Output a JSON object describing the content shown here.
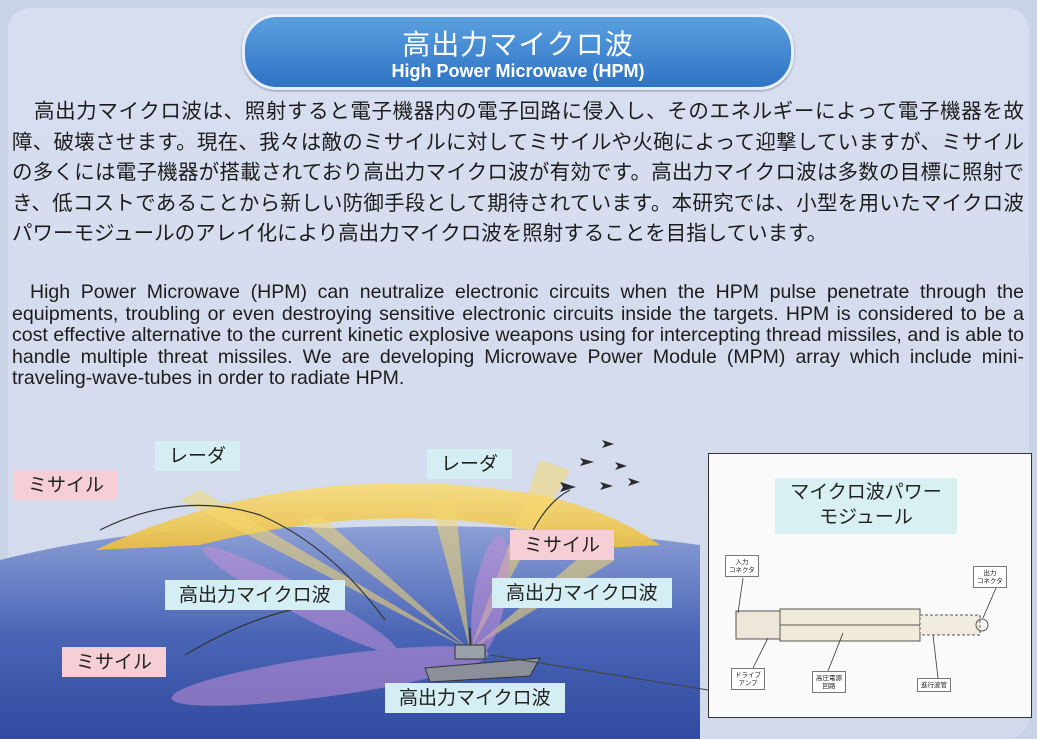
{
  "header": {
    "title_jp": "高出力マイクロ波",
    "title_en": "High Power Microwave (HPM)"
  },
  "body": {
    "jp_paragraph": "高出力マイクロ波は、照射すると電子機器内の電子回路に侵入し、そのエネルギーによって電子機器を故障、破壊させます。現在、我々は敵のミサイルに対してミサイルや火砲によって迎撃していますが、ミサイルの多くには電子機器が搭載されており高出力マイクロ波が有効です。高出力マイクロ波は多数の目標に照射でき、低コストであることから新しい防御手段として期待されています。本研究では、小型を用いたマイクロ波パワーモジュールのアレイ化により高出力マイクロ波を照射することを目指しています。",
    "en_paragraph": "High Power Microwave (HPM) can neutralize electronic circuits when the HPM pulse penetrate through the equipments, troubling or even destroying sensitive electronic circuits inside the targets. HPM is considered to be a cost effective alternative to the current kinetic explosive weapons using for intercepting thread missiles, and is able to handle multiple threat missiles. We are developing Microwave Power Module (MPM) array which include mini-traveling-wave-tubes in order to radiate HPM."
  },
  "illustration": {
    "labels": {
      "missile_1": "ミサイル",
      "radar_1": "レーダ",
      "radar_2": "レーダ",
      "missile_2": "ミサイル",
      "hpm_1": "高出力マイクロ波",
      "hpm_2": "高出力マイクロ波",
      "missile_3": "ミサイル",
      "hpm_3": "高出力マイクロ波"
    },
    "colors": {
      "sky": "#c7d0e6",
      "sea": "#4a64b4",
      "radar_dome": "#f2cf62",
      "beam_purple": "#c48fd6",
      "label_pink": "#f6cfd6",
      "label_cyan": "#d4eef3"
    }
  },
  "mpm_panel": {
    "title_line1": "マイクロ波パワー",
    "title_line2": "モジュール",
    "parts": {
      "input_connector": "入力\nコネクタ",
      "output_connector": "出力\nコネクタ",
      "drive_amp": "ドライブ\nアンプ",
      "hv_circuit": "高圧電源\n回路",
      "twt": "進行波管"
    }
  }
}
